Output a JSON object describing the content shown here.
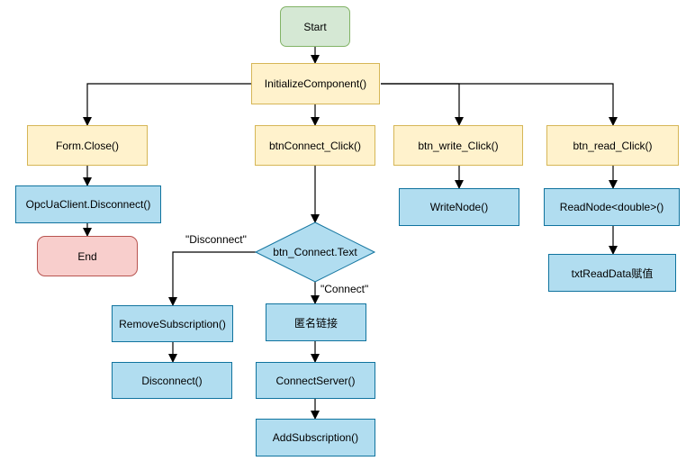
{
  "nodes": {
    "start": "Start",
    "init": "InitializeComponent()",
    "form_close": "Form.Close()",
    "btn_connect_click": "btnConnect_Click()",
    "btn_write_click": "btn_write_Click()",
    "btn_read_click": "btn_read_Click()",
    "opc_disconnect": "OpcUaClient.Disconnect()",
    "end": "End",
    "btn_connect_text": "btn_Connect.Text",
    "write_node": "WriteNode()",
    "read_node": "ReadNode<double>()",
    "txt_read_data": "txtReadData赋值",
    "remove_subscription": "RemoveSubscription()",
    "disconnect": "Disconnect()",
    "anonymous_link": "匿名链接",
    "connect_server": "ConnectServer()",
    "add_subscription": "AddSubscription()"
  },
  "edge_labels": {
    "disconnect": "\"Disconnect\"",
    "connect": "\"Connect\""
  },
  "colors": {
    "start_fill": "#d5e8d4",
    "process_yellow": "#fff2cc",
    "process_blue": "#b1ddf0",
    "end_fill": "#f8cecc"
  }
}
